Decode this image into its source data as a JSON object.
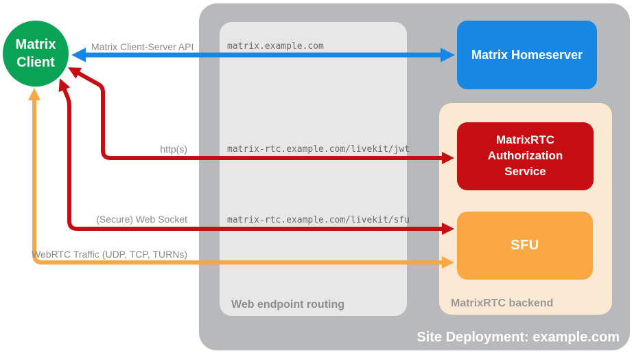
{
  "title": "Site Deployment: example.com",
  "client": {
    "label": "Matrix Client"
  },
  "nodes": {
    "homeserver": {
      "label": "Matrix Homeserver"
    },
    "auth": {
      "label": "MatrixRTC Authorization Service"
    },
    "sfu": {
      "label": "SFU"
    }
  },
  "panels": {
    "routing": {
      "caption": "Web endpoint routing"
    },
    "backend": {
      "caption": "MatrixRTC backend"
    }
  },
  "endpoints": {
    "homeserver": "matrix.example.com",
    "jwt": "matrix-rtc.example.com/livekit/jwt",
    "sfu": "matrix-rtc.example.com/livekit/sfu"
  },
  "connections": {
    "api": {
      "label": "Matrix Client-Server API",
      "color": "#1787e3"
    },
    "https": {
      "label": "http(s)",
      "color": "#c60d11"
    },
    "websocket": {
      "label": "(Secure) Web Socket",
      "color": "#c60d11"
    },
    "webrtc": {
      "label": "WebRTC Traffic (UDP, TCP, TURNs)",
      "color": "#f9a843"
    }
  },
  "colors": {
    "client_green": "#0aa254",
    "homeserver_blue": "#1787e3",
    "auth_red": "#c60d11",
    "sfu_orange": "#f9a843",
    "backend_peach": "#fce9d4",
    "container_gray": "#b8b9bb",
    "routing_gray": "#e7e7e7",
    "label_gray": "#8a8a8a",
    "endpoint_text_gray": "#6a6a6a"
  }
}
